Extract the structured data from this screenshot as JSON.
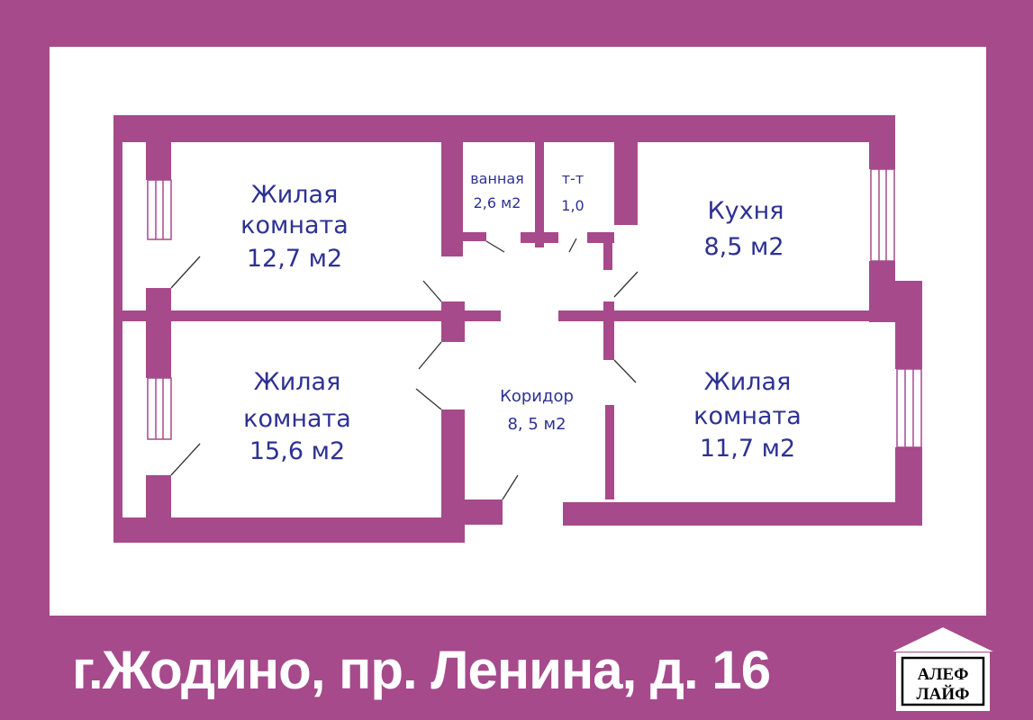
{
  "colors": {
    "frame": "#A64A8C",
    "wall": "#A64A8C",
    "floor": "#ffffff",
    "label_text": "#2E3192",
    "address_text": "#ffffff"
  },
  "rooms": {
    "living1": {
      "line1": "Жилая",
      "line2": "комната",
      "area": "12,7 м2"
    },
    "living2": {
      "line1": "Жилая",
      "line2": "комната",
      "area": "15,6 м2"
    },
    "living3": {
      "line1": "Жилая",
      "line2": "комната",
      "area": "11,7 м2"
    },
    "bathroom": {
      "name": "ванная",
      "area": "2,6 м2"
    },
    "toilet": {
      "name": "т-т",
      "area": "1,0"
    },
    "kitchen": {
      "name": "Кухня",
      "area": "8,5 м2"
    },
    "corridor": {
      "name": "Коридор",
      "area": "8, 5 м2"
    }
  },
  "address": "г.Жодино, пр. Ленина, д. 16",
  "logo": {
    "line1": "АЛЕФ",
    "line2": "ЛАЙФ"
  }
}
